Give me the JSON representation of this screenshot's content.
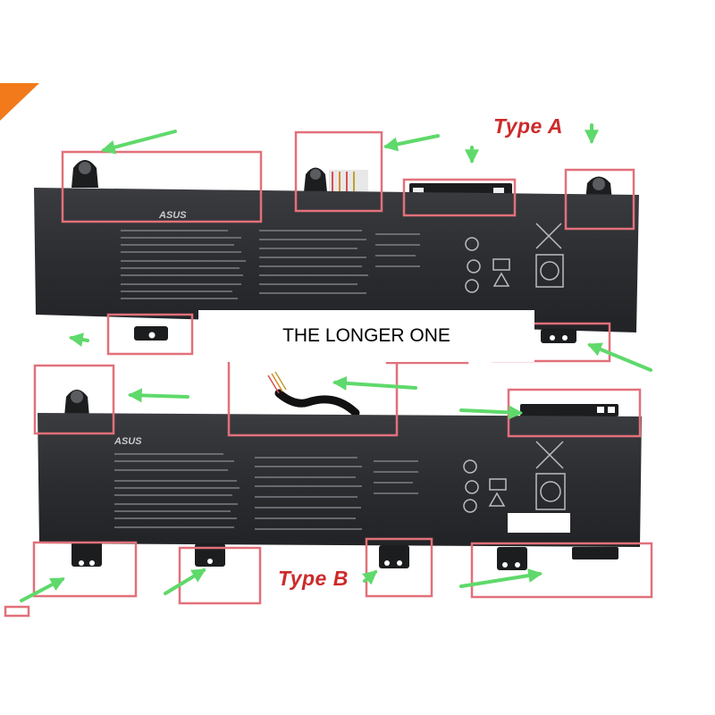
{
  "labels": {
    "type_a": "Type A",
    "type_b": "Type B",
    "callout": "THE LONGER ONE"
  },
  "battery": {
    "brand": "ASUS"
  },
  "colors": {
    "background": "#ffffff",
    "battery_body": "#2b2d30",
    "highlight_box": "#e2707a",
    "arrow": "#5fd96b",
    "type_label": "#cc2a2a",
    "corner_accent": "#f27a1a"
  }
}
